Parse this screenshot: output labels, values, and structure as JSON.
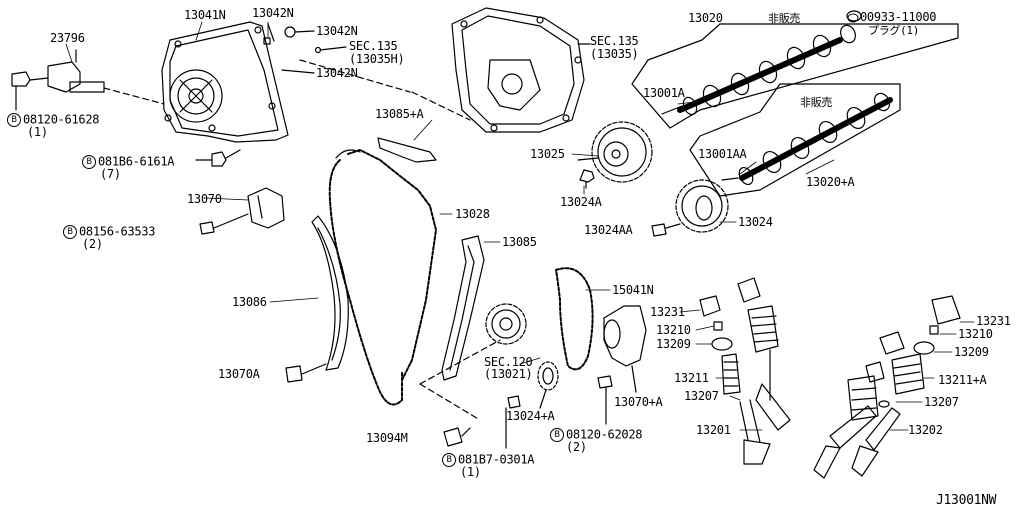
{
  "diagram": {
    "code": "J13001NW",
    "parts": {
      "p23796": "23796",
      "p13041N": "13041N",
      "p13042N_a": "13042N",
      "p13042N_b": "13042N",
      "p13042N_c": "13042N",
      "sec135_h": "SEC.135",
      "sec135_h_sub": "(13035H)",
      "sec135": "SEC.135",
      "sec135_sub": "(13035)",
      "b_08120_61628": "08120-61628",
      "b_08120_61628_qty": "(1)",
      "b_081B6_6161A": "081B6-6161A",
      "b_081B6_6161A_qty": "(7)",
      "p13085A": "13085+A",
      "p13070": "13070",
      "b_08156_63533": "08156-63533",
      "b_08156_63533_qty": "(2)",
      "p13028": "13028",
      "p13085": "13085",
      "p13086": "13086",
      "p13070A": "13070A",
      "p15041N": "15041N",
      "sec120": "SEC.120",
      "sec120_sub": "(13021)",
      "p13094M": "13094M",
      "b_081B7_0301A": "081B7-0301A",
      "b_081B7_0301A_qty": "(1)",
      "p13024A_plus": "13024+A",
      "p13070_plusA": "13070+A",
      "b_08120_62028": "08120-62028",
      "b_08120_62028_qty": "(2)",
      "p13020": "13020",
      "not_for_sale_1": "非販売",
      "p00933_11000": "00933-11000",
      "plug_qty": "プラグ(1)",
      "p13001A": "13001A",
      "p13025": "13025",
      "p13024A": "13024A",
      "p13001AA": "13001AA",
      "not_for_sale_2": "非販売",
      "p13020A": "13020+A",
      "p13024AA": "13024AA",
      "p13024": "13024",
      "p13231_l": "13231",
      "p13210_l": "13210",
      "p13209_l": "13209",
      "p13211_l": "13211",
      "p13207_l": "13207",
      "p13201": "13201",
      "p13231_r": "13231",
      "p13210_r": "13210",
      "p13209_r": "13209",
      "p13211A": "13211+A",
      "p13207_r": "13207",
      "p13202": "13202"
    },
    "bolt_marker": "B"
  }
}
